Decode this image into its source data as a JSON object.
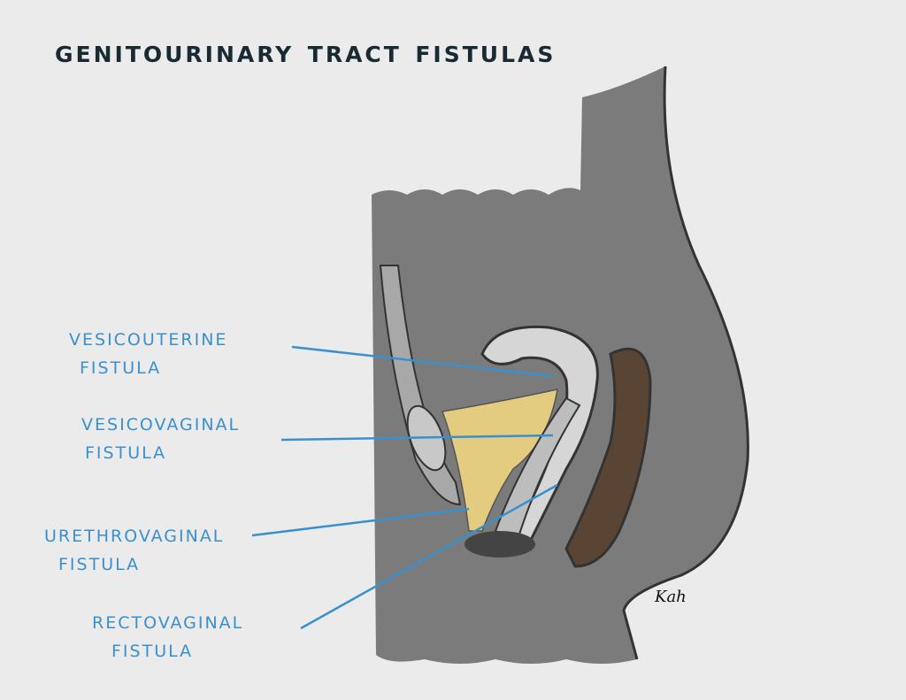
{
  "title": "Genitourinary tract fistulas",
  "labels": [
    {
      "line1": "Vesicouterine",
      "line2": "Fistula"
    },
    {
      "line1": "Vesicovaginal",
      "line2": "Fistula"
    },
    {
      "line1": "Urethrovaginal",
      "line2": "Fistula"
    },
    {
      "line1": "Rectovaginal",
      "line2": "Fistula"
    }
  ],
  "signature": "Kah",
  "colors": {
    "background": "#ebebeb",
    "body": "#7a7a7a",
    "label": "#3a8fcf",
    "bladder": "#e3cc80",
    "rectum": "#5a4535"
  }
}
